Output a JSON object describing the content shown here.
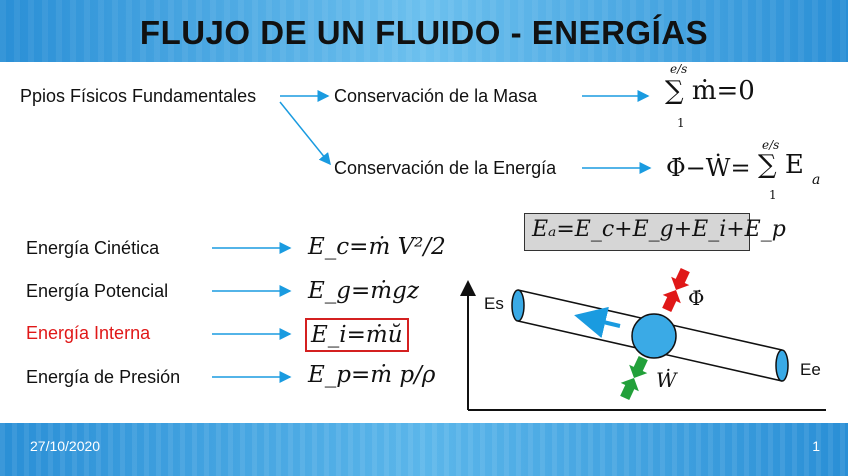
{
  "slide": {
    "title": "FLUJO DE UN FLUIDO - ENERGÍAS",
    "principles": "Ppios Físicos Fundamentales",
    "mass": "Conservación de la Masa",
    "energy": "Conservación de la Energía",
    "mass_eq": "∑ ṁ=0",
    "mass_sum_top": "e/s",
    "mass_sum_bottom": "1",
    "energy_eq_left": "Φ̇−Ẇ=",
    "energy_eq_right": "∑ E",
    "energy_eq_sub": "a",
    "energy_sum_top": "e/s",
    "energy_sum_bottom": "1",
    "total_eq": "Eₐ=E_c+E_g+E_i+E_p",
    "kinetic": "Energía Cinética",
    "potential": "Energía Potencial",
    "internal": "Energía Interna",
    "pressure": "Energía de Presión",
    "kinetic_eq": "E_c=ṁ V²/2",
    "potential_eq": "E_g=ṁgz",
    "internal_eq": "E_i=ṁŭ",
    "pressure_eq": "E_p=ṁ p/ρ",
    "diagram_es": "Es",
    "diagram_ee": "Ee",
    "diagram_phi": "Φ̇",
    "diagram_w": "Ẇ"
  },
  "footer": {
    "date": "27/10/2020",
    "page": "1"
  },
  "colors": {
    "accent": "#2a8fd6",
    "arrow": "#1a9be0",
    "red": "#e01818",
    "green": "#22a03a",
    "circle": "#3aaae6"
  }
}
